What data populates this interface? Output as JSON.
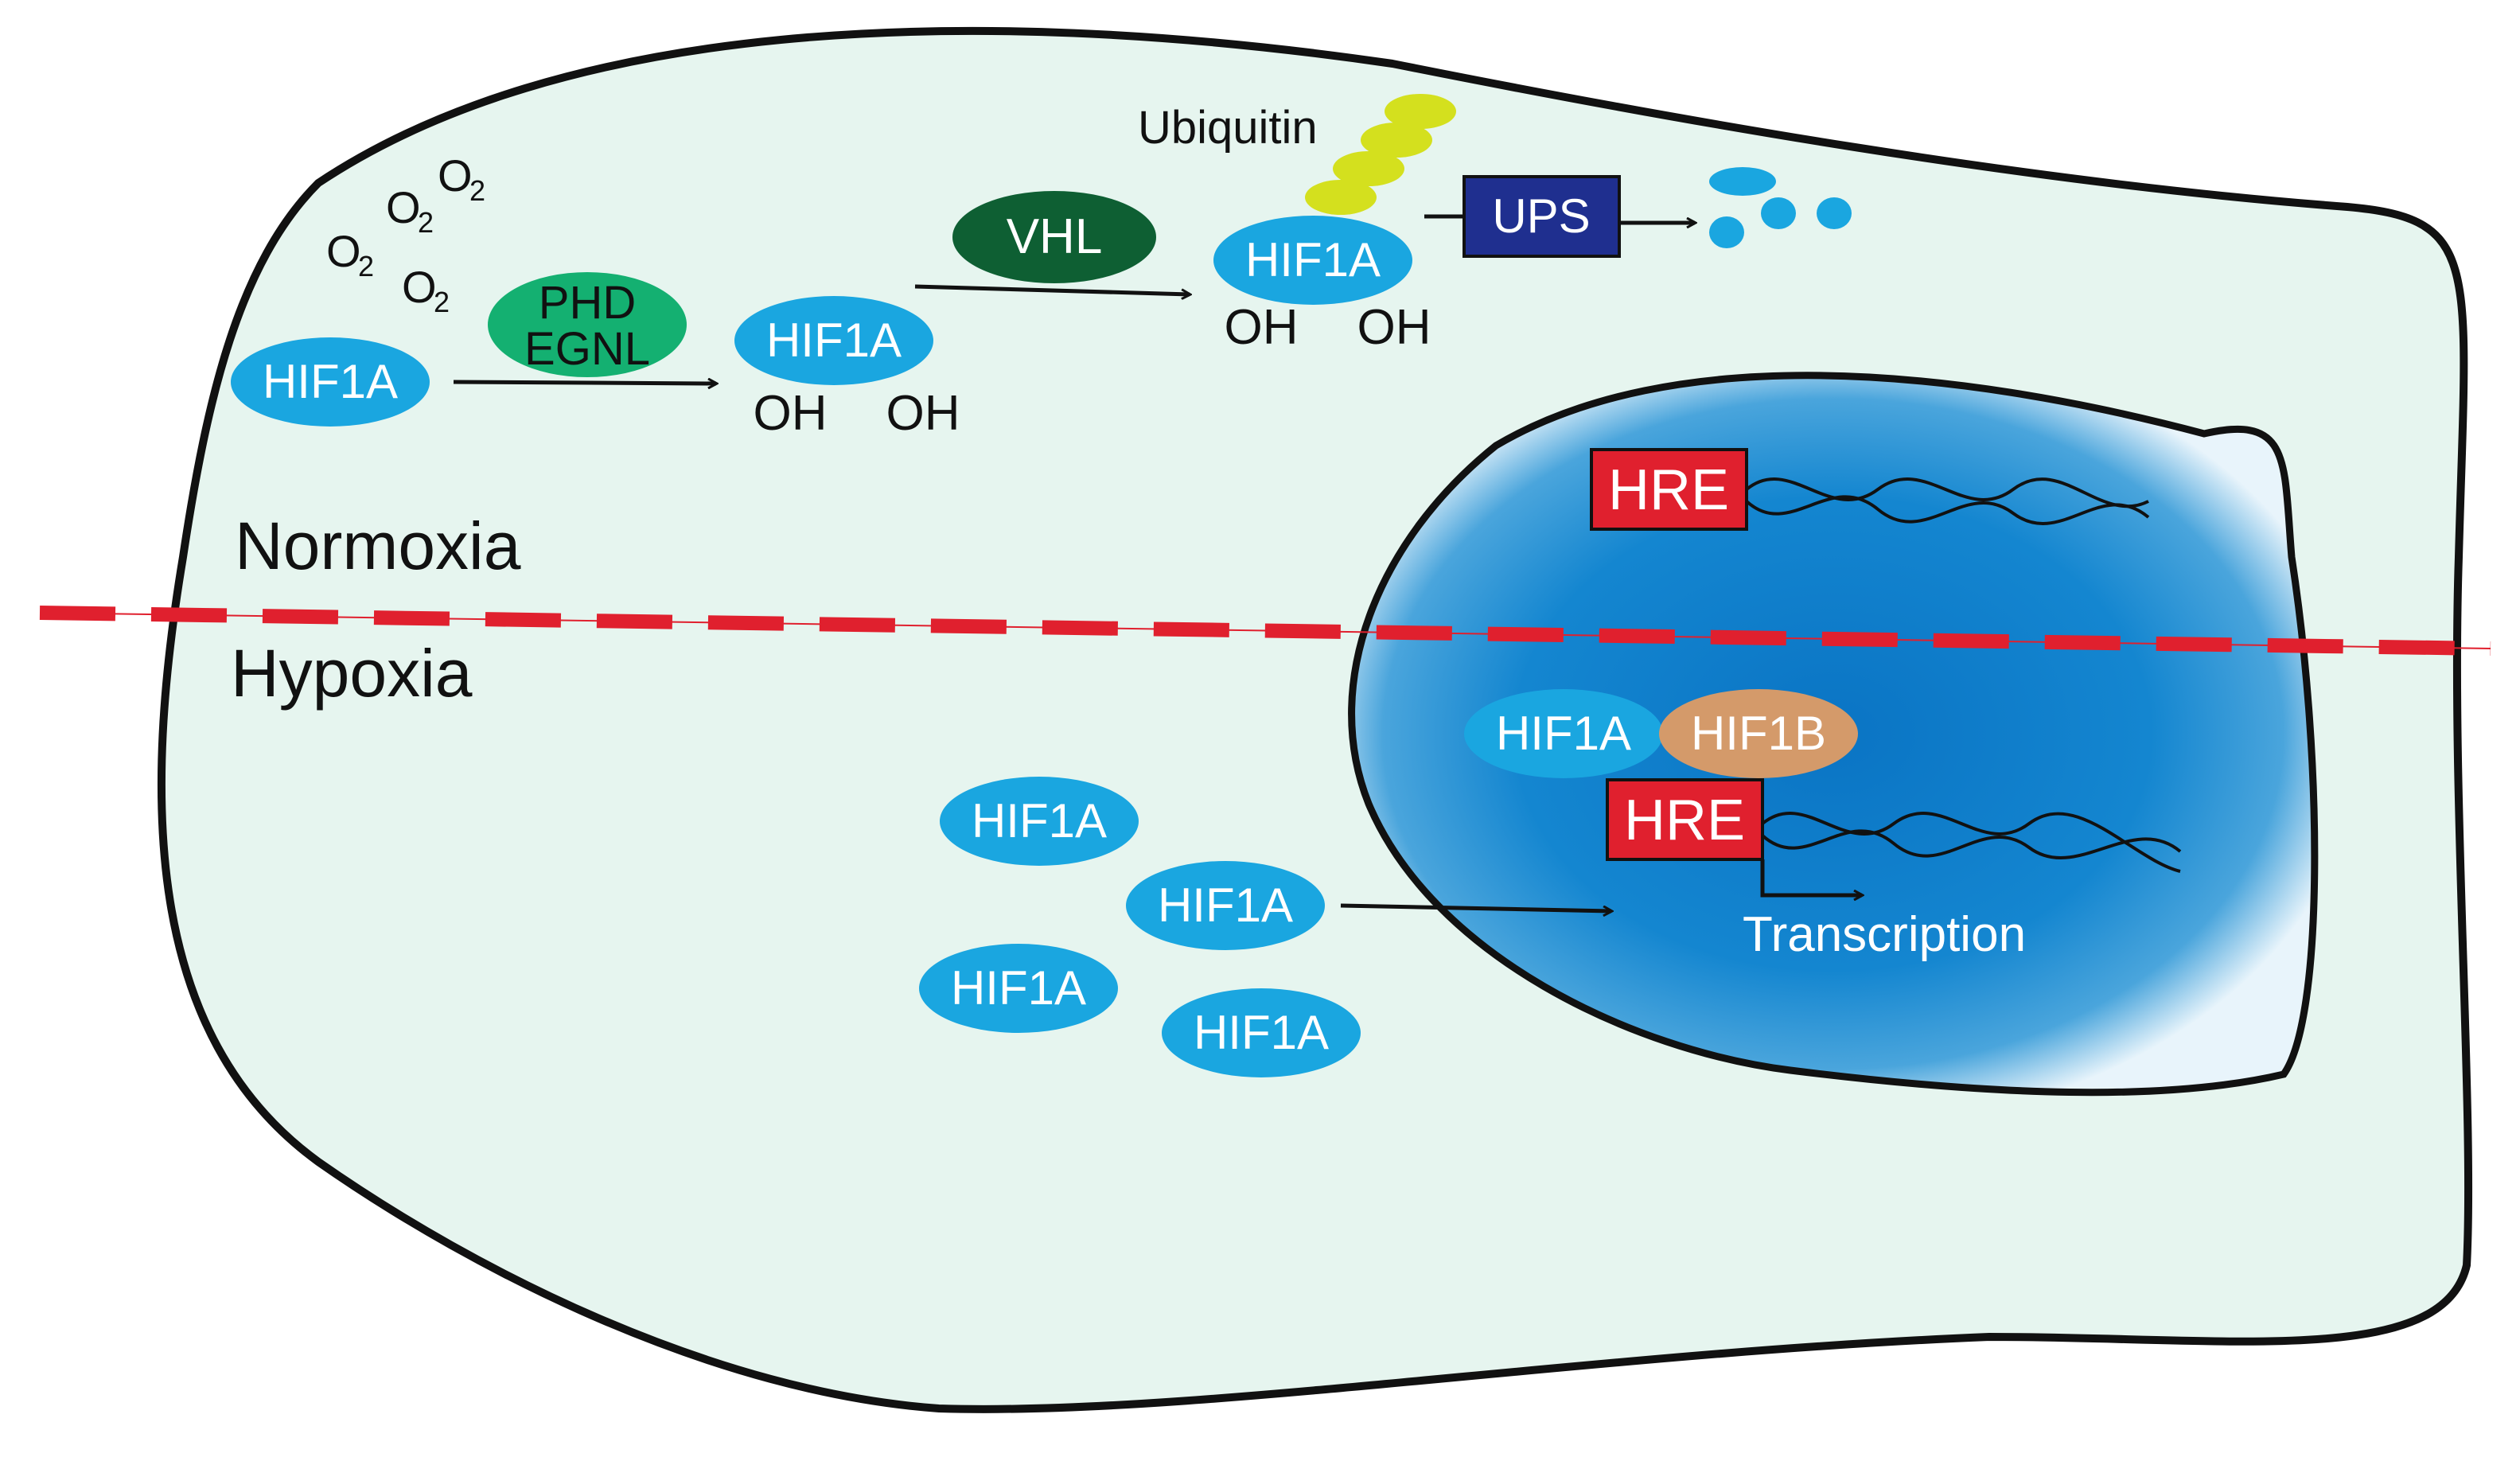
{
  "labels": {
    "normoxia": "Normoxia",
    "hypoxia": "Hypoxia",
    "o2": "O",
    "o2_sub": "2",
    "phd": "PHD",
    "egnl": "EGNL",
    "hif1a": "HIF1A",
    "hif1b": "HIF1B",
    "oh": "OH",
    "vhl": "VHL",
    "ubiquitin": "Ubiquitin",
    "ups": "UPS",
    "hre": "HRE",
    "transcription": "Transcription"
  },
  "colors": {
    "cytoplasm": "#e6f5ef",
    "outline": "#111111",
    "hif1a": "#1aa6e0",
    "hif1b": "#d49a6a",
    "phd_egnl": "#14b071",
    "vhl": "#0e5f33",
    "ubiquitin": "#d4e01e",
    "ups": "#1f2f8f",
    "hre": "#e0202e",
    "nucleus_core": "#0a74c4",
    "nucleus_edge": "#ffffff",
    "dashed_line": "#e0202e",
    "fragments": "#1aa6e0"
  },
  "icons": {
    "dna": "double-helix-dna-icon",
    "arrow": "arrow-right-icon"
  }
}
